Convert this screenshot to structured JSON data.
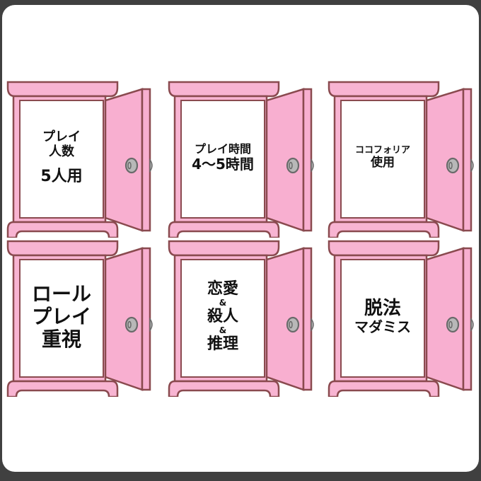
{
  "colors": {
    "background_frame": "#404040",
    "card": "#ffffff",
    "cabinet_fill": "#f8b4d2",
    "cabinet_stroke": "#8a4a4f",
    "door_fill": "#f8afd0",
    "knob_fill": "#b8b8b8",
    "knob_stroke": "#6a6a6a",
    "text": "#111111"
  },
  "cabinets": [
    {
      "name": "play-players",
      "lines": [
        {
          "text": "プレイ",
          "size": 18
        },
        {
          "text": "人数",
          "size": 18
        },
        {
          "text": "",
          "size": 10
        },
        {
          "text": "5人用",
          "size": 22
        }
      ]
    },
    {
      "name": "play-time",
      "lines": [
        {
          "text": "プレイ時間",
          "size": 16
        },
        {
          "text": "4～5時間",
          "size": 20
        }
      ]
    },
    {
      "name": "cocofolia",
      "lines": [
        {
          "text": "ココフォリア",
          "size": 13
        },
        {
          "text": "使用",
          "size": 17
        }
      ]
    },
    {
      "name": "roleplay",
      "lines": [
        {
          "text": "ロール",
          "size": 28
        },
        {
          "text": "プレイ",
          "size": 28
        },
        {
          "text": "重視",
          "size": 28
        }
      ]
    },
    {
      "name": "genres",
      "lines": [
        {
          "text": "恋愛",
          "size": 22
        },
        {
          "text": "&",
          "size": 12
        },
        {
          "text": "殺人",
          "size": 22
        },
        {
          "text": "&",
          "size": 12
        },
        {
          "text": "推理",
          "size": 22
        }
      ]
    },
    {
      "name": "escape-madamis",
      "lines": [
        {
          "text": "脱法",
          "size": 26
        },
        {
          "text": "マダミス",
          "size": 20
        }
      ]
    }
  ]
}
